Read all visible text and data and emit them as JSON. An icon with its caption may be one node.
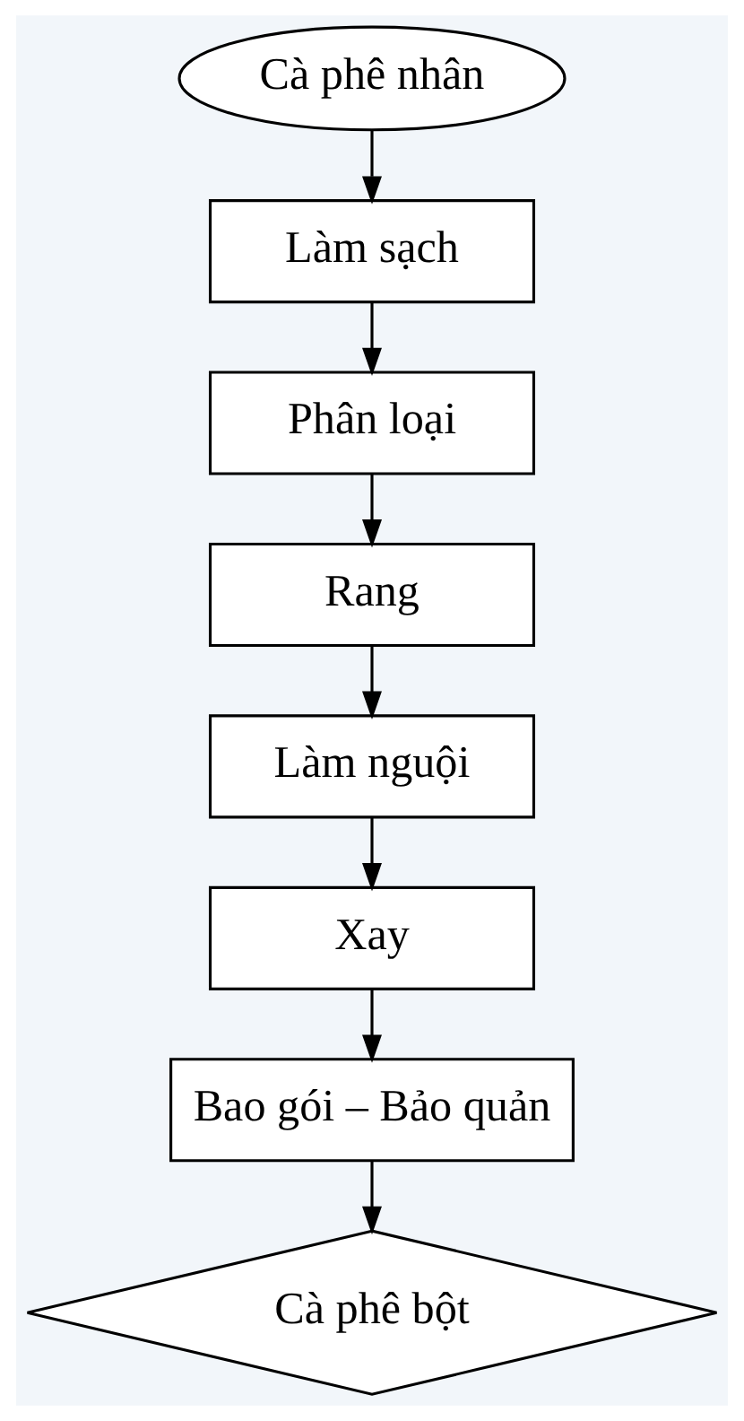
{
  "diagram": {
    "nodes": [
      {
        "text": [
          "Cà phê nhân"
        ]
      },
      {
        "text": [
          "Làm sạch"
        ]
      },
      {
        "text": [
          "Phân loại"
        ]
      },
      {
        "text": [
          "Rang"
        ]
      },
      {
        "text": [
          "Làm nguội"
        ]
      },
      {
        "text": [
          "Xay"
        ]
      },
      {
        "text": [
          "Bao gói – Bảo quản"
        ]
      },
      {
        "text": [
          "Cà phê bột"
        ]
      }
    ],
    "edges": [
      {
        "from": 0,
        "to": 1,
        "arrow": "to"
      },
      {
        "from": 1,
        "to": 2,
        "arrow": "to"
      },
      {
        "from": 2,
        "to": 3,
        "arrow": "to"
      },
      {
        "from": 3,
        "to": 4,
        "arrow": "to"
      },
      {
        "from": 4,
        "to": 5,
        "arrow": "to"
      },
      {
        "from": 5,
        "to": 6,
        "arrow": "to"
      },
      {
        "from": 6,
        "to": 7,
        "arrow": "to"
      }
    ]
  }
}
